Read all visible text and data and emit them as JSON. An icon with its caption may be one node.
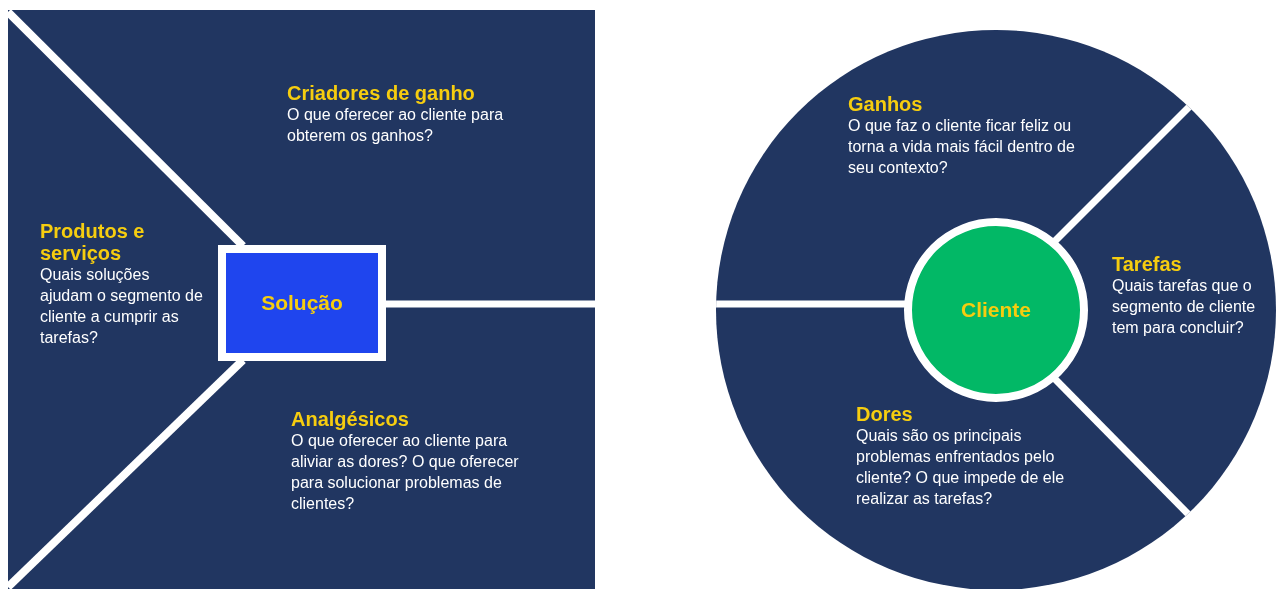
{
  "diagram": {
    "nodes": [
      {
        "text": [],
        "shape": "box"
      },
      {
        "text": [
          "Criadores de ganho",
          "O que oferecer ao cliente para obterem os ganhos?"
        ],
        "in": 0
      },
      {
        "text": [
          "Produtos e serviços",
          "Quais soluções ajudam o segmento de cliente a cumprir as tarefas?"
        ],
        "in": 0
      },
      {
        "text": [
          "Solução"
        ],
        "in": 0
      },
      {
        "text": [
          "Analgésicos",
          "O que oferecer ao cliente para aliviar as dores? O que oferecer para solucionar problemas de clientes?"
        ],
        "in": 0
      },
      {
        "text": [],
        "shape": "circle"
      },
      {
        "text": [
          "Ganhos",
          "O que faz o cliente ficar feliz ou torna a vida mais fácil dentro de seu contexto?"
        ],
        "in": 5
      },
      {
        "text": [
          "Tarefas",
          "Quais tarefas que o segmento de cliente tem para concluir?"
        ],
        "in": 5
      },
      {
        "text": [
          "Cliente"
        ],
        "in": 5
      },
      {
        "text": [
          "Dores",
          "Quais são os principais problemas enfrentados pelo cliente? O que impede de ele realizar as tarefas?"
        ],
        "in": 5
      }
    ]
  }
}
